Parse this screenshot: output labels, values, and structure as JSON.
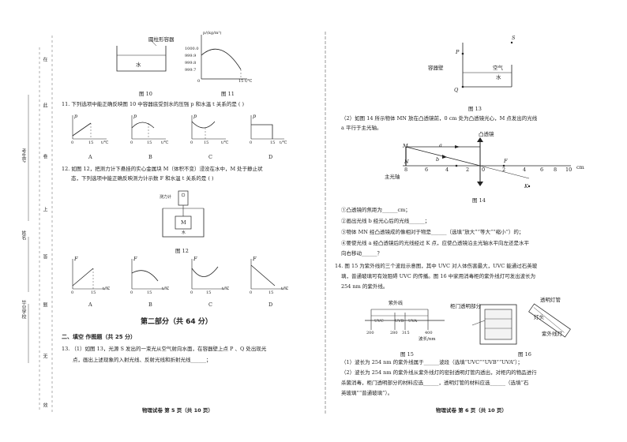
{
  "margin": {
    "seal_chars": [
      "在",
      "此",
      "卷",
      "上",
      "答",
      "题",
      "无",
      "效"
    ],
    "fields": [
      "考生号",
      "姓名",
      "毕业学校"
    ]
  },
  "left_page": {
    "fig10": {
      "container_label": "圆柱形容器",
      "water": "水",
      "caption": "图 10"
    },
    "fig11": {
      "ylabel": "p/(kg/m³)",
      "ticks": [
        "1000.0",
        "999.9",
        "999.8",
        "999.7"
      ],
      "x15": "15",
      "xunit": "t/℃",
      "origin": "0",
      "caption": "图 11"
    },
    "q11": "11. 下列选项中能正确反映图 10 中容器底受到水的压强 p 和水温 t 关系的是  (        )",
    "q11_axes": {
      "y": "p",
      "x": "t/℃",
      "zero": "0",
      "fifteen": "15"
    },
    "options": [
      "A",
      "B",
      "C",
      "D"
    ],
    "q12_line1": "12. 如图 12，把测力计下悬挂的实心金属块 M（体积不变）浸没在水中，M 处于静止状",
    "q12_line2": "态，下列选项中能正确反映测力计示数 F 和水温 t 关系的是            (        )",
    "fig12": {
      "meter": "测力计",
      "block": "M",
      "water": "水",
      "caption": "图 12"
    },
    "q12_axes": {
      "y": "F",
      "x": "t/℃",
      "zero": "0",
      "fifteen": "15"
    },
    "part2": "第二部分（共 64 分）",
    "sec2": "二、填空  作图题（共 25 分）",
    "q13_line1": "13. （1）如图 13，光源 S 发出的一束光从空气射向水面，在容器壁上点 P 、Q 处出现光",
    "q13_line2": "点，画出上述现象的入射光线、反射光线和折射光线______；",
    "footer": "物理试卷    第 5 页（共 10 页）"
  },
  "right_page": {
    "fig13": {
      "S": "S",
      "P": "P",
      "Q": "Q",
      "wall": "容器壁",
      "air": "空气",
      "water": "水",
      "caption": "图 13"
    },
    "q13_2_line1": "（2）如图 14 所示物体 MN 放在凸透镜前，0 cm 处为凸透镜光心，M 点发出的光线",
    "q13_2_line2": "a 平行于主光轴。",
    "fig14": {
      "lens": "凸透镜",
      "M": "M",
      "N": "N",
      "a": "a",
      "b": "b",
      "F": "F",
      "K": "K",
      "axis": "主光轴",
      "unit": "cm",
      "ticks": [
        "8",
        "6",
        "4",
        "2",
        "0",
        "2",
        "4",
        "6",
        "8",
        "10"
      ],
      "caption": "图 14"
    },
    "sub": [
      "①凸透镜的焦距为______cm；",
      "②画出光线 b 经光心后的光线______；",
      "③物体 MN 经凸透镜成的像相对于物是______（选填“放大”“等大”“缩小”）的；",
      "④要使光线 a 经凸透镜后的光线经过 K 点，应使凸透镜沿主光轴水平向左还是水平",
      "向右移动______？"
    ],
    "q14_line1": "14. 图 15 为紫外线的三个波段示意图，其中 UVC 对人体伤害最大，UVC 能通过石英玻",
    "q14_line2": "璃，普通玻璃可有效阻碍 UVC 的传播。图 16 中家用消毒柜的紫外线灯可发出波长为",
    "q14_line3": "254 nm 的紫外线。",
    "fig15": {
      "title": "紫外线",
      "uvc": "UVC",
      "uvb": "UVB",
      "uva": "UVA",
      "ticks": [
        "200",
        "280",
        "315",
        "400"
      ],
      "xlabel": "波长/nm",
      "caption": "图 15"
    },
    "fig16": {
      "door": "柜门透明部分",
      "tube": "透明灯管",
      "lamp_head": "灯头",
      "uv_lamp": "紫外线灯",
      "caption": "图 16"
    },
    "q14_1": "（1）波长为 254 nm 的紫外线属于______波段（选填“UVC”“UVB”“UVA”）；",
    "q14_2_line1": "（2）波长为 254 nm 的紫外线从紫外线灯的密封透明灯管内透出，对柜内的物品进行",
    "q14_2_line2": "杀菌消毒，柜门透明部分的材料应选______，透明灯管的材料应选______（选填“石",
    "q14_2_line3": "英玻璃”“普通玻璃”）。",
    "footer": "物理试卷    第 6 页（共 10 页）"
  }
}
